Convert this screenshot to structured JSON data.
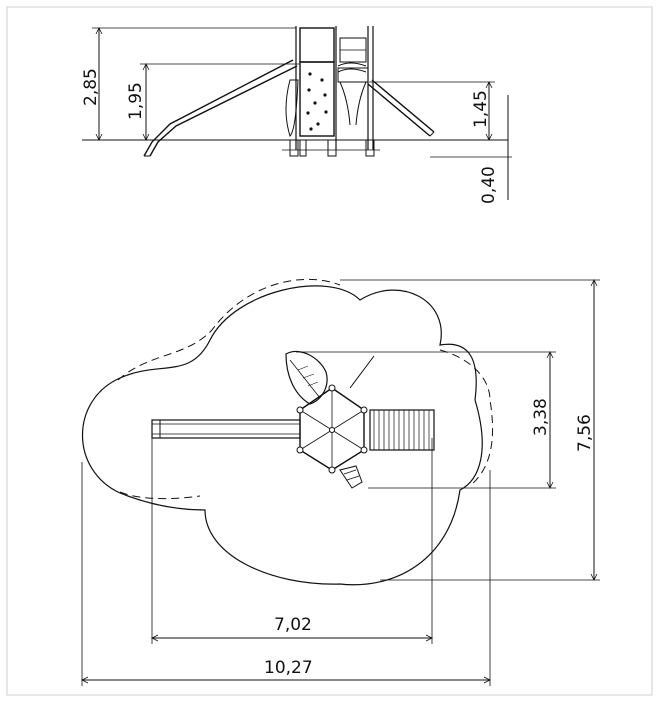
{
  "side_view": {
    "dim_total_height": "2,85",
    "dim_platform_height": "1,95",
    "dim_low_platform": "1,45",
    "dim_foundation": "0,40"
  },
  "plan_view": {
    "dim_depth_equipment": "3,38",
    "dim_depth_total": "7,56",
    "dim_length_equipment": "7,02",
    "dim_length_total": "10,27"
  }
}
